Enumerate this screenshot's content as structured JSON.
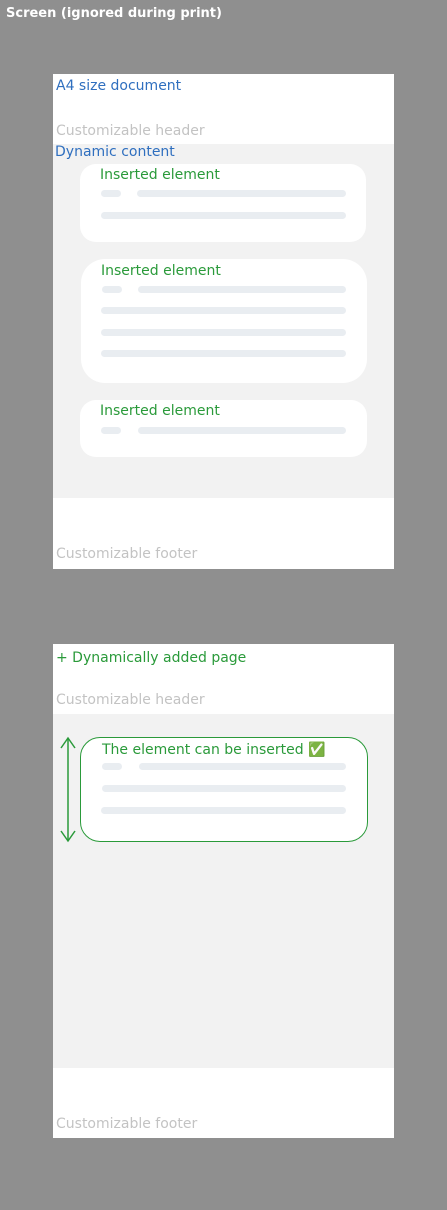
{
  "screen": {
    "label": "Screen (ignored during print)"
  },
  "page1": {
    "title": "A4 size document",
    "header": "Customizable header",
    "content_label": "Dynamic content",
    "footer": "Customizable footer",
    "cards": [
      {
        "title": "Inserted element"
      },
      {
        "title": "Inserted element"
      },
      {
        "title": "Inserted element"
      }
    ]
  },
  "page2": {
    "title": "+ Dynamically added page",
    "header": "Customizable header",
    "card": {
      "title": "The element can be inserted ✅"
    },
    "footer": "Customizable footer"
  },
  "colors": {
    "background": "#8f8f8f",
    "blue_label": "#2f6fbf",
    "green_label": "#2a9a3a",
    "muted": "#c3c3c3",
    "content_bg": "#f2f2f2",
    "skeleton": "#e9edf1"
  }
}
